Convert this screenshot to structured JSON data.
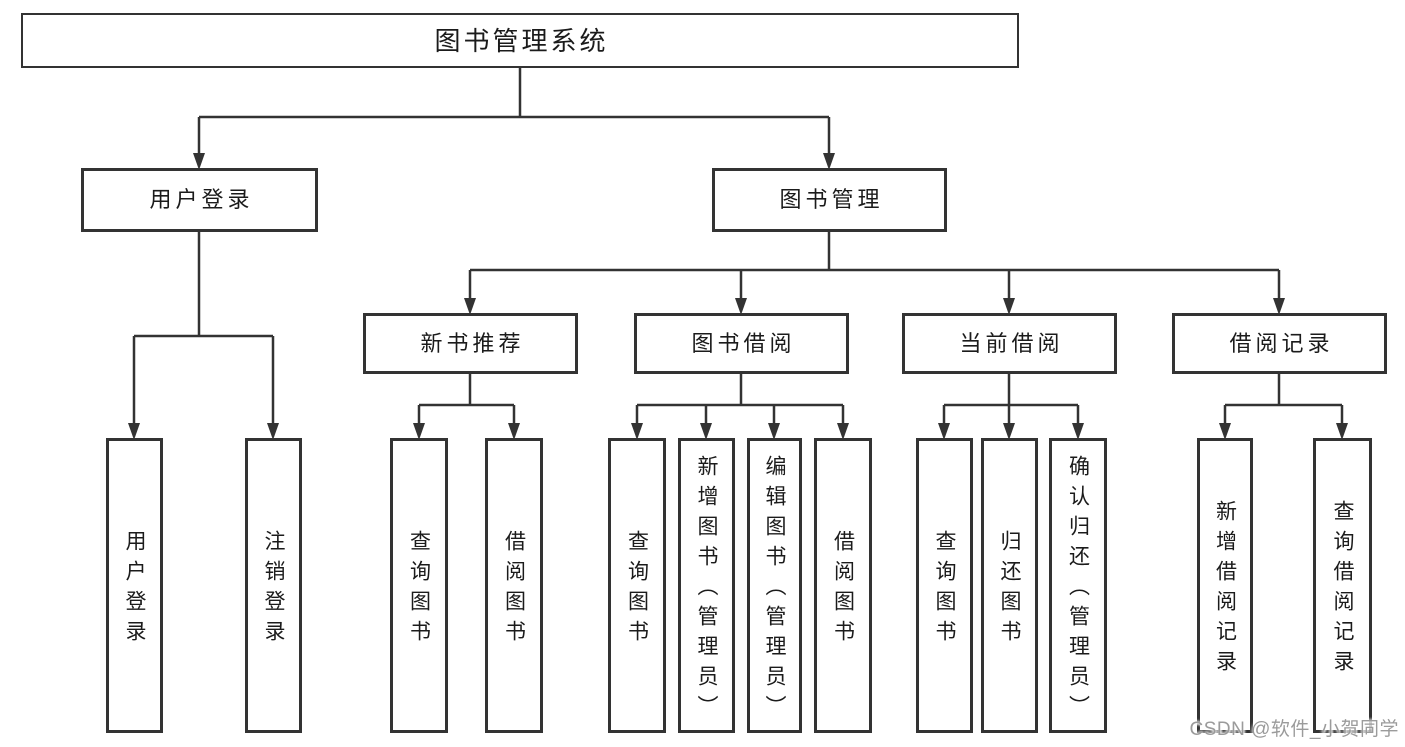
{
  "page": {
    "background": "#ffffff"
  },
  "colors": {
    "line": "#333333",
    "box_border": "#333333",
    "text": "#1b1b1b",
    "watermark": "#9b9b9b"
  },
  "tree": {
    "root": {
      "label": "图书管理系统"
    },
    "children": [
      {
        "label": "用户登录",
        "children": [
          {
            "label": "用户登录"
          },
          {
            "label": "注销登录"
          }
        ]
      },
      {
        "label": "图书管理",
        "children": [
          {
            "label": "新书推荐",
            "children": [
              {
                "label": "查询图书"
              },
              {
                "label": "借阅图书"
              }
            ]
          },
          {
            "label": "图书借阅",
            "children": [
              {
                "label": "查询图书"
              },
              {
                "label": "新增图书（管理员）"
              },
              {
                "label": "编辑图书（管理员）"
              },
              {
                "label": "借阅图书"
              }
            ]
          },
          {
            "label": "当前借阅",
            "children": [
              {
                "label": "查询图书"
              },
              {
                "label": "归还图书"
              },
              {
                "label": "确认归还（管理员）"
              }
            ]
          },
          {
            "label": "借阅记录",
            "children": [
              {
                "label": "新增借阅记录"
              },
              {
                "label": "查询借阅记录"
              }
            ]
          }
        ]
      }
    ]
  },
  "watermark": {
    "text": "CSDN @软件_小贺同学"
  }
}
